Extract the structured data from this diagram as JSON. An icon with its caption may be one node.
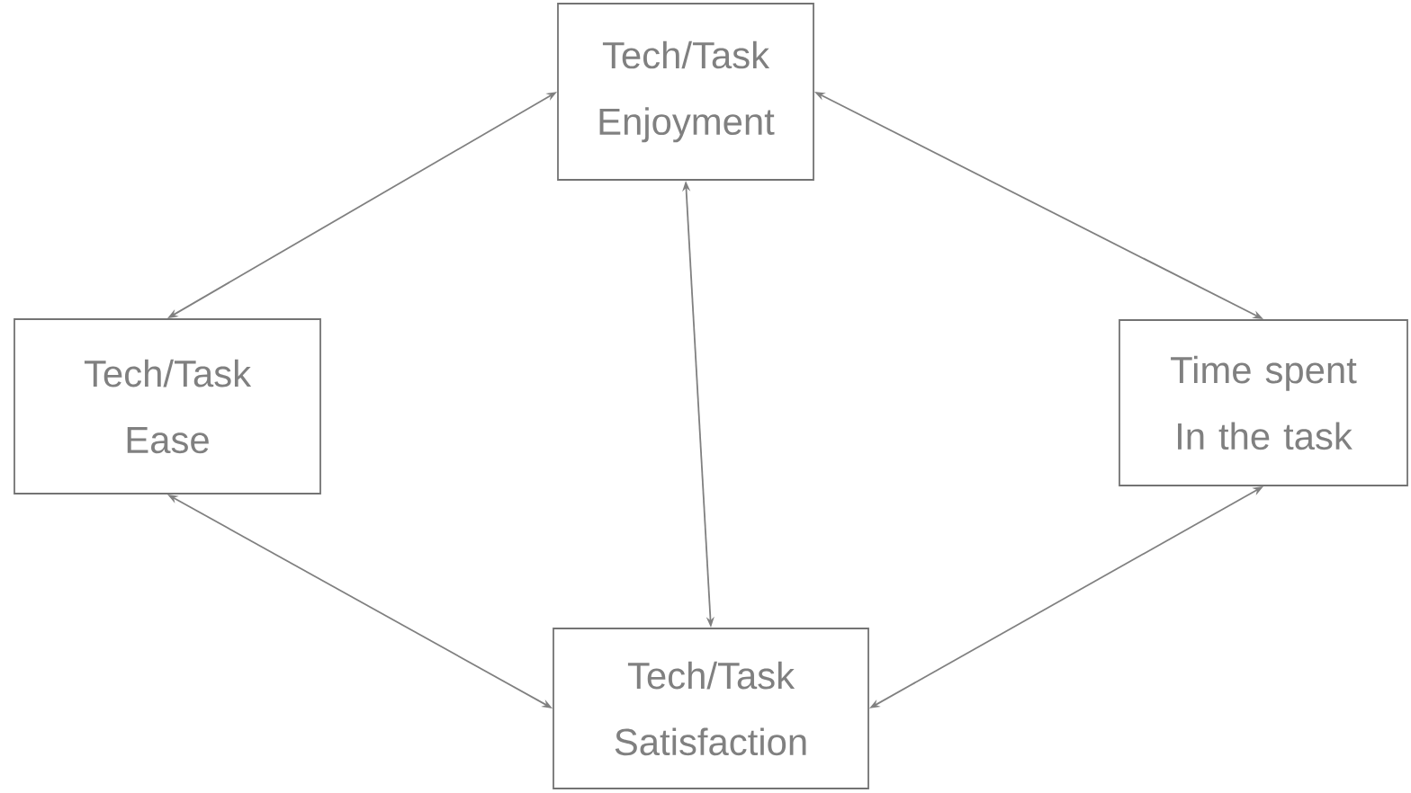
{
  "diagram": {
    "nodes": [
      {
        "text": [
          "Tech/Task Enjoyment"
        ]
      },
      {
        "text": [
          "Tech/Task Ease"
        ]
      },
      {
        "text": [
          "Time spent In the task"
        ]
      },
      {
        "text": [
          "Tech/Task Satisfaction"
        ]
      }
    ],
    "edges": [
      {
        "from": 0,
        "to": 1,
        "arrow": "both"
      },
      {
        "from": 0,
        "to": 2,
        "arrow": "both"
      },
      {
        "from": 0,
        "to": 3,
        "arrow": "both"
      },
      {
        "from": 1,
        "to": 3,
        "arrow": "both"
      },
      {
        "from": 2,
        "to": 3,
        "arrow": "both"
      }
    ]
  }
}
